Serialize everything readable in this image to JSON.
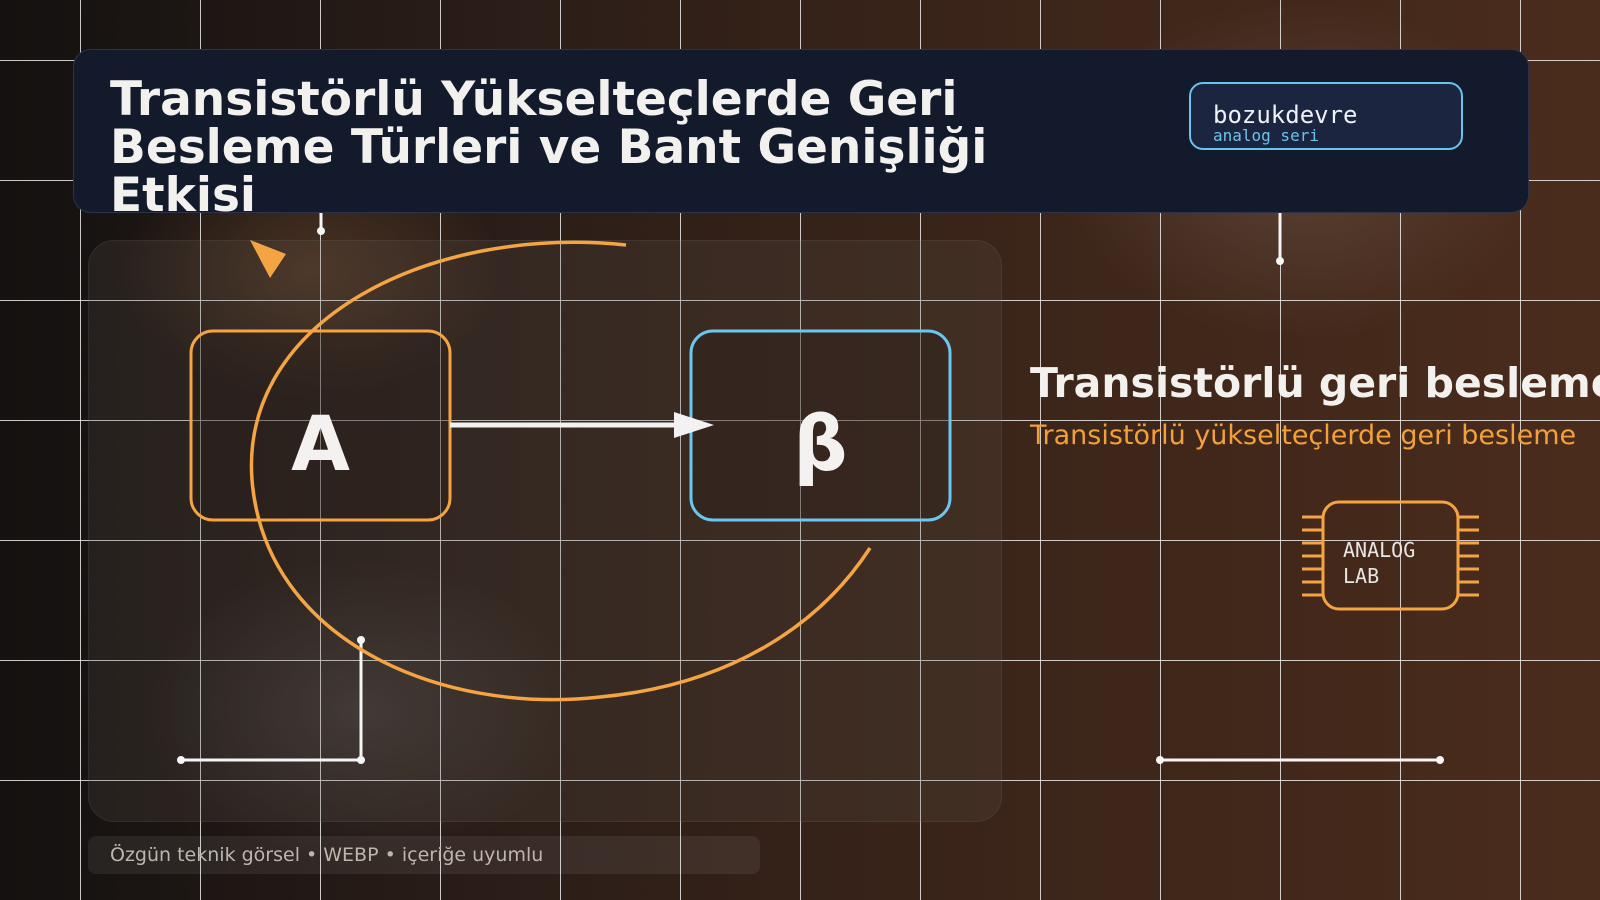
{
  "header": {
    "title": "Transistörlü Yükselteçlerde Geri Besleme Türleri ve Bant Genişliği Etkisi",
    "brand": {
      "name": "bozukdevre",
      "subtitle": "analog seri"
    }
  },
  "diagram": {
    "amplifier_block": {
      "label": "A",
      "color": "#f4a442"
    },
    "feedback_block": {
      "label": "β",
      "color": "#6cc6ee"
    }
  },
  "side": {
    "heading": "Transistörlü geri besleme",
    "subheading": "Transistörlü yükselteçlerde geri besleme"
  },
  "chip": {
    "line1": "ANALOG",
    "line2": "LAB",
    "color": "#f4a442"
  },
  "footer": {
    "caption": "Özgün teknik görsel • WEBP • içeriğe uyumlu"
  },
  "colors": {
    "accent_orange": "#f4a442",
    "accent_blue": "#6cc6ee",
    "header_bg": "#121a2c"
  }
}
